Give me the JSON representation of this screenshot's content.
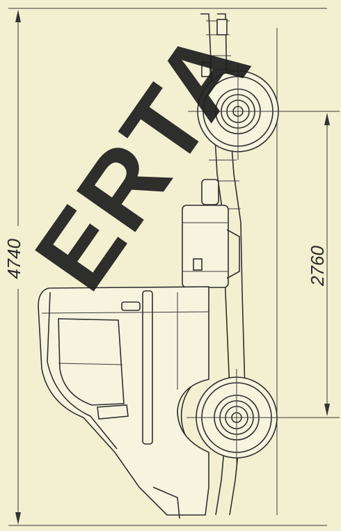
{
  "dimensions": {
    "overall_length": "4740",
    "wheelbase": "2760"
  },
  "watermark": {
    "text": "ERTA"
  },
  "colors": {
    "paper": "#f3f0d2",
    "ink": "#2e2e2e",
    "watermark": "#1e1e1e"
  }
}
